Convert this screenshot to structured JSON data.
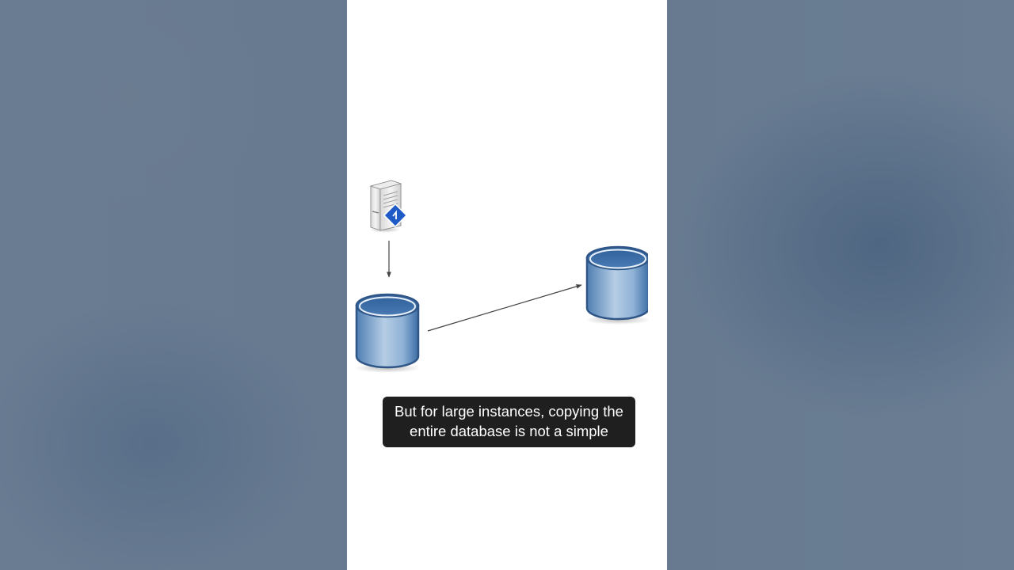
{
  "caption": {
    "line1": "But for large instances, copying the",
    "line2": "entire database is not a simple"
  },
  "diagram": {
    "nodes": [
      {
        "id": "server",
        "icon": "server-icon",
        "badge_icon": "diamond-badge-icon"
      },
      {
        "id": "db-source",
        "icon": "database-icon"
      },
      {
        "id": "db-target",
        "icon": "database-icon"
      }
    ],
    "edges": [
      {
        "from": "server",
        "to": "db-source"
      },
      {
        "from": "db-source",
        "to": "db-target"
      }
    ],
    "colors": {
      "database_body": "#7fa6cc",
      "database_top": "#3f6fa8",
      "database_outline": "#2f5686",
      "badge": "#1e5bc6",
      "arrow": "#444444",
      "caption_bg": "#1f1f1f"
    }
  }
}
